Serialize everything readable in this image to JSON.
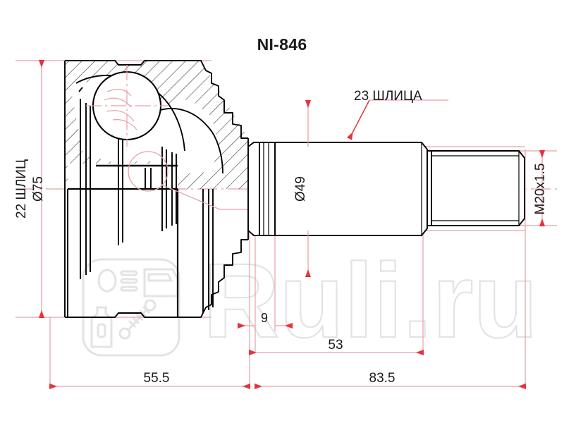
{
  "drawing": {
    "title": "NI-846",
    "type": "cv-joint-outer-technical-drawing",
    "line_color_outline": "#000000",
    "line_color_dimension": "#e8a0a8",
    "arrow_color": "#e8323c",
    "watermark_color": "#e3e3e3",
    "background": "#ffffff"
  },
  "annotations": {
    "inner_spline": "22 ШЛИЦ",
    "inner_diameter": "Ø75",
    "outer_spline": "23 ШЛИЦА",
    "shaft_diameter": "Ø49",
    "thread": "M20x1.5"
  },
  "dimensions": {
    "groove_width": "9",
    "spline_length": "53",
    "joint_body_length": "55.5",
    "shaft_length": "83.5"
  },
  "watermark": {
    "text": "Ruli.ru",
    "icons": [
      "headlight-icon",
      "car-door-icon",
      "oil-bottle-icon",
      "shock-absorber-icon"
    ]
  }
}
